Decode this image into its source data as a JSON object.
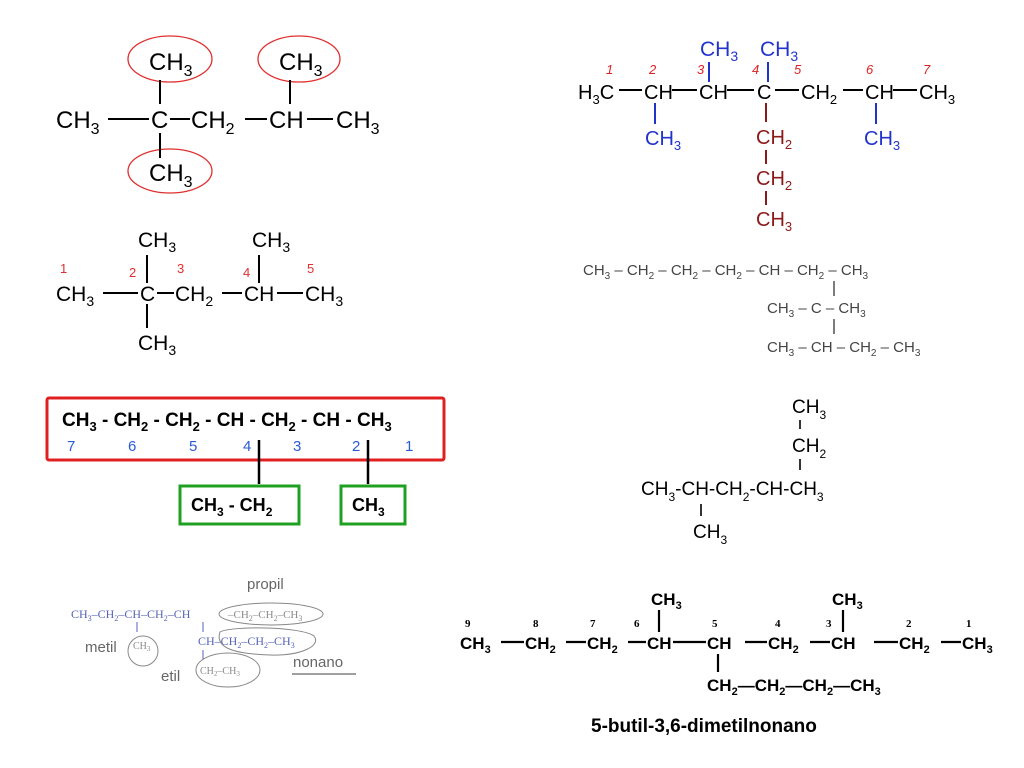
{
  "m1": {
    "main": [
      "CH",
      "3",
      "—C—CH",
      "2",
      "—CH—CH",
      "3"
    ],
    "chain_start": "CH",
    "chain_start_sub": "3",
    "top_methyl_1": "CH",
    "top_methyl_1_sub": "3",
    "top_methyl_2": "CH",
    "top_methyl_2_sub": "3",
    "bottom_methyl": "CH",
    "bottom_methyl_sub": "3",
    "c": "C",
    "ch2": "CH",
    "ch2_sub": "2",
    "ch": "CH",
    "end": "CH",
    "end_sub": "3"
  },
  "m2": {
    "numbers": [
      "1",
      "2",
      "3",
      "4",
      "5"
    ],
    "atoms": [
      "CH",
      "C",
      "CH",
      "CH",
      "CH"
    ],
    "subs": [
      "3",
      "",
      "2",
      "",
      "3"
    ],
    "top_a": "CH",
    "top_a_sub": "3",
    "top_b": "CH",
    "top_b_sub": "3",
    "bottom_a": "CH",
    "bottom_a_sub": "3"
  },
  "m3": {
    "atoms": [
      "CH",
      "CH",
      "CH",
      "CH",
      "CH",
      "CH",
      "CH"
    ],
    "subs": [
      "3",
      "2",
      "2",
      "",
      "2",
      "",
      "3"
    ],
    "numbers": [
      "7",
      "6",
      "5",
      "4",
      "3",
      "2",
      "1"
    ],
    "ethyl": [
      "CH",
      "3",
      " - CH",
      "2"
    ],
    "methyl": [
      "CH",
      "3"
    ]
  },
  "m4": {
    "numbers": [
      "1",
      "2",
      "3",
      "4",
      "5",
      "6",
      "7"
    ],
    "h3c": [
      "H",
      "3",
      "C"
    ],
    "atoms": [
      "CH",
      "CH",
      "C",
      "CH",
      "CH",
      "CH"
    ],
    "subs": [
      "",
      "",
      "",
      "2",
      "",
      "3"
    ],
    "methyl": "CH",
    "methyl_sub": "3",
    "propyl": [
      "CH",
      "2",
      "CH",
      "2",
      "CH",
      "3"
    ]
  },
  "m5": {
    "row1": [
      "CH",
      "3",
      " – CH",
      "2",
      " – CH",
      "2",
      " – CH",
      "2",
      " – CH – CH",
      "2",
      " – CH",
      "3"
    ],
    "row2": [
      "CH",
      "3",
      " – C – CH",
      "3"
    ],
    "row3": [
      "CH",
      "3",
      " – CH – CH",
      "2",
      " – CH",
      "3"
    ]
  },
  "m6": {
    "top": [
      "CH",
      "3"
    ],
    "mid": [
      "CH",
      "2"
    ],
    "main": [
      "CH",
      "3",
      "-CH-CH",
      "2",
      "-CH-CH",
      "3"
    ],
    "bottom": [
      "CH",
      "3"
    ]
  },
  "m7": {
    "labels": {
      "propil": "propil",
      "metil": "metil",
      "etil": "etil",
      "nonano": "nonano"
    },
    "row1": [
      "CH",
      "3",
      "–CH",
      "2",
      "–CH–CH",
      "2",
      "–CH",
      "–CH",
      "2",
      "–CH",
      "2",
      "–CH",
      "3"
    ],
    "row2": [
      "CH",
      "–CH",
      "2",
      "–CH",
      "2",
      "–CH",
      "3"
    ],
    "metil_text": "CH",
    "metil_sub": "3",
    "etil_text": [
      "CH",
      "2",
      "–CH",
      "3"
    ]
  },
  "m8": {
    "numbers": [
      "9",
      "8",
      "7",
      "6",
      "5",
      "4",
      "3",
      "2",
      "1"
    ],
    "atoms": [
      "CH",
      "CH",
      "CH",
      "CH",
      "CH",
      "CH",
      "CH",
      "CH",
      "CH"
    ],
    "subs": [
      "3",
      "2",
      "2",
      "",
      "",
      "2",
      "",
      "2",
      "3"
    ],
    "methyl": [
      "CH",
      "3"
    ],
    "butyl": [
      "CH",
      "2",
      "—CH",
      "2",
      "—CH",
      "2",
      "—CH",
      "3"
    ],
    "name": "5-butil-3,6-dimetilnonano"
  }
}
